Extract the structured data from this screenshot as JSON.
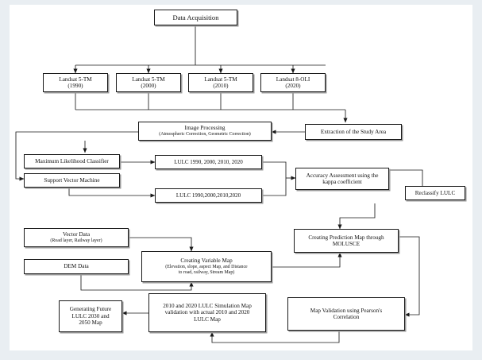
{
  "diagram": {
    "type": "flowchart",
    "title": "LULC Change Detection and Prediction Methodology Flowchart",
    "frame_color": "#e9eef2",
    "canvas_color": "#ffffff",
    "line_color": "#1a1a1a",
    "nodes": {
      "data_acquisition": {
        "line1": "Data Acquisition"
      },
      "landsat_1990": {
        "line1": "Landsat 5-TM",
        "line2": "(1990)"
      },
      "landsat_2000": {
        "line1": "Landsat 5-TM",
        "line2": "(2000)"
      },
      "landsat_2010": {
        "line1": "Landsat 5-TM",
        "line2": "(2010)"
      },
      "landsat_2020": {
        "line1": "Landsat 8-OLI",
        "line2": "(2020)"
      },
      "study_area": {
        "line1": "Extraction of the Study Area"
      },
      "image_processing": {
        "line1": "Image Processing",
        "line2": "(Atmospheric Correction, Geometric Correction)"
      },
      "mlc": {
        "line1": "Maximum Likelihood Classifier"
      },
      "svm": {
        "line1": "Support Vector Machine"
      },
      "lulc_top": {
        "line1": "LULC  1990, 2000, 2010, 2020"
      },
      "lulc_bottom": {
        "line1": "LULC  1990,2000,2010,2020"
      },
      "accuracy": {
        "line1": "Accuracy Assessment using the",
        "line2": "kappa coefficient"
      },
      "reclassify": {
        "line1": "Reclassify LULC"
      },
      "vector_data": {
        "line1": "Vector Data",
        "line2": "(Road layer,  Railway  layer)"
      },
      "dem_data": {
        "line1": "DEM Data"
      },
      "variable_map": {
        "line1": "Creating Variable Map",
        "line2": "(Elevation,  slope, aspect Map, and Distance",
        "line3": "to road, railway,  Stream Map)"
      },
      "prediction_map": {
        "line1": "Creating Prediction Map through",
        "line2": "MOLUSCE"
      },
      "map_validation": {
        "line1": "Map Validation using Pearson's",
        "line2": "Correlation"
      },
      "simulation_validation": {
        "line1": "2010 and 2020 LULC Simulation Map",
        "line2": "validation with actual 2010 and 2020",
        "line3": "LULC Map"
      },
      "future_lulc": {
        "line1": "Generating Future",
        "line2": "LULC 2030 and",
        "line3": "2050 Map"
      }
    }
  }
}
